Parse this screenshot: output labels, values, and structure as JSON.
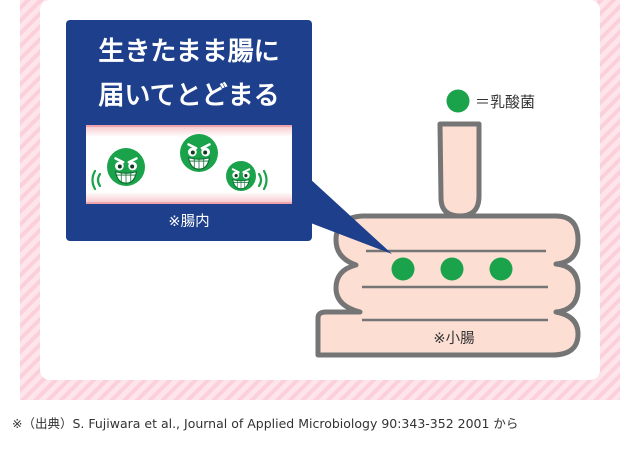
{
  "callout": {
    "headline_line1": "生きたまま腸に",
    "headline_line2": "届いてとどまる",
    "inset_label": "※腸内"
  },
  "legend": {
    "label": "＝乳酸菌",
    "marker_icon": "green-circle"
  },
  "intestine": {
    "label": "※小腸",
    "bacteria_count": 3
  },
  "footnote": "※（出典）S. Fujiwara et al., Journal of Applied Microbiology 90:343-352 2001 から",
  "colors": {
    "panel_border": "#fcd9e2",
    "callout_bg": "#1d3f8c",
    "intestine_fill": "#fcded3",
    "intestine_stroke": "#757575",
    "bacteria_green": "#1aa34a",
    "inset_wall": "#f3b9c0",
    "text_dark": "#333333"
  }
}
